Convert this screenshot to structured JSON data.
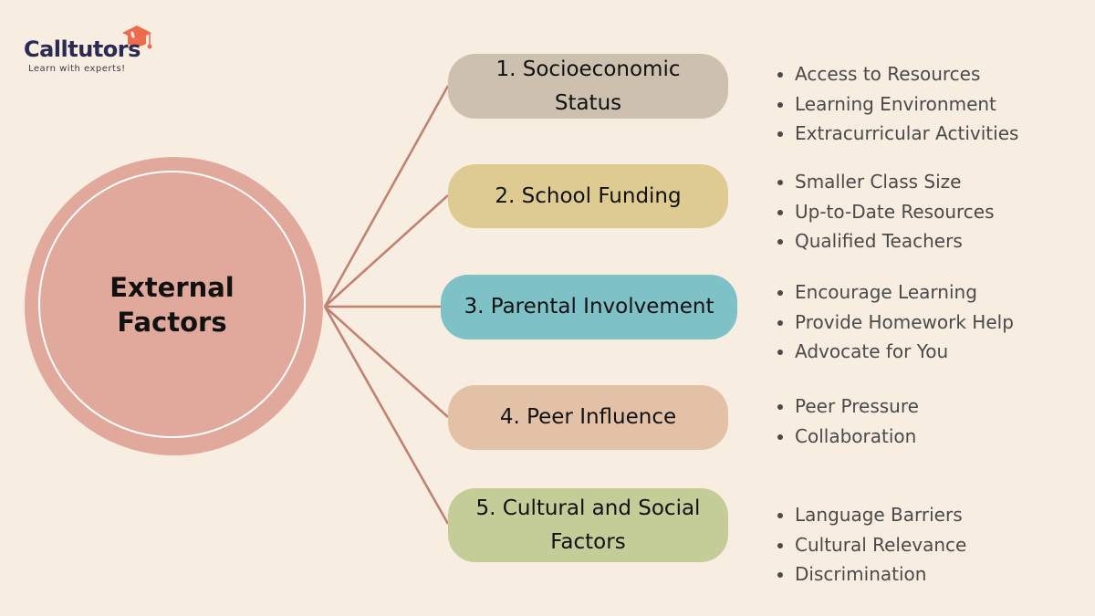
{
  "logo": {
    "name": "Calltutors",
    "tagline": "Learn with experts!",
    "icon": "graduation-cap-phone-icon",
    "colors": {
      "name": "#2b2a55",
      "icon": "#ee6a4c"
    }
  },
  "hub": {
    "title": "External Factors",
    "fill": "#e1a99b",
    "ring": "#ffffff"
  },
  "connector_color": "#bf8272",
  "factors": [
    {
      "label": "1. Socioeconomic Status",
      "color": "#cdc0af",
      "points": [
        "Access to Resources",
        "Learning Environment",
        "Extracurricular Activities"
      ]
    },
    {
      "label": "2. School Funding",
      "color": "#decb92",
      "points": [
        "Smaller Class Size",
        "Up-to-Date Resources",
        "Qualified Teachers"
      ]
    },
    {
      "label": "3. Parental Involvement",
      "color": "#7ec1c6",
      "points": [
        "Encourage Learning",
        "Provide Homework Help",
        "Advocate for You"
      ]
    },
    {
      "label": "4. Peer Influence",
      "color": "#e2c1a7",
      "points": [
        "Peer Pressure",
        "Collaboration"
      ]
    },
    {
      "label": "5. Cultural and Social Factors",
      "color": "#c4cd97",
      "points": [
        "Language Barriers",
        "Cultural Relevance",
        "Discrimination"
      ]
    }
  ]
}
